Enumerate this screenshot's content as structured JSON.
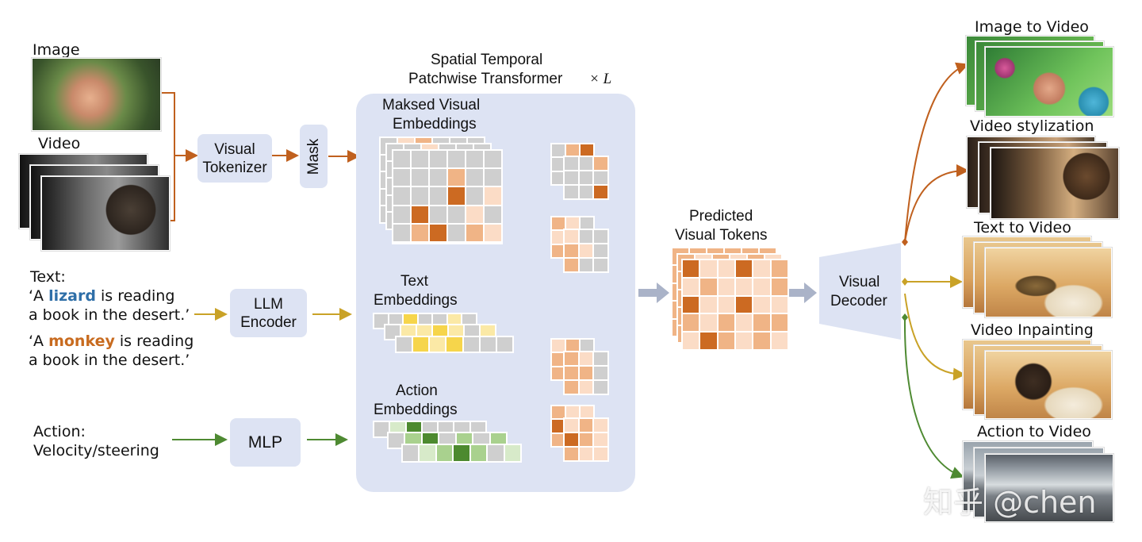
{
  "inputs": {
    "image_label": "Image",
    "video_label": "Video",
    "text_label": "Text:",
    "prompt1_pre": "‘A ",
    "prompt1_word": "lizard",
    "prompt1_post": " is reading",
    "prompt1_line2": "a book in the desert.’",
    "prompt2_pre": "‘A ",
    "prompt2_word": "monkey",
    "prompt2_post": " is reading",
    "prompt2_line2": "a book in the desert.’",
    "action_label": "Action:",
    "action_sub": "Velocity/steering"
  },
  "modules": {
    "visual_tokenizer_l1": "Visual",
    "visual_tokenizer_l2": "Tokenizer",
    "mask": "Mask",
    "llm_encoder_l1": "LLM",
    "llm_encoder_l2": "Encoder",
    "mlp": "MLP",
    "visual_decoder_l1": "Visual",
    "visual_decoder_l2": "Decoder"
  },
  "transformer": {
    "title_l1": "Spatial Temporal",
    "title_l2": "Patchwise Transformer",
    "repeat": "× L",
    "masked_l1": "Maksed Visual",
    "masked_l2": "Embeddings",
    "text_l1": "Text",
    "text_l2": "Embeddings",
    "action_l1": "Action",
    "action_l2": "Embeddings"
  },
  "predicted": {
    "l1": "Predicted",
    "l2": "Visual Tokens"
  },
  "outputs": [
    {
      "label": "Image to Video"
    },
    {
      "label": "Video stylization"
    },
    {
      "label": "Text to Video"
    },
    {
      "label": "Video Inpainting"
    },
    {
      "label": "Action to Video"
    }
  ],
  "watermark": "知乎 @chen",
  "colors": {
    "image_branch": "#c0601e",
    "text_branch": "#c9a227",
    "action_branch": "#4e8a32",
    "lizard": "#2f6fa8",
    "monkey": "#c86b1f",
    "module_fill": "#dde3f3",
    "token_dark": "#cc6a22",
    "token_mid": "#f0b486",
    "token_light": "#fbdcc6",
    "token_grey": "#cfcfcf",
    "text_token": "#f6d54b",
    "action_token": "#4d8a2f"
  }
}
